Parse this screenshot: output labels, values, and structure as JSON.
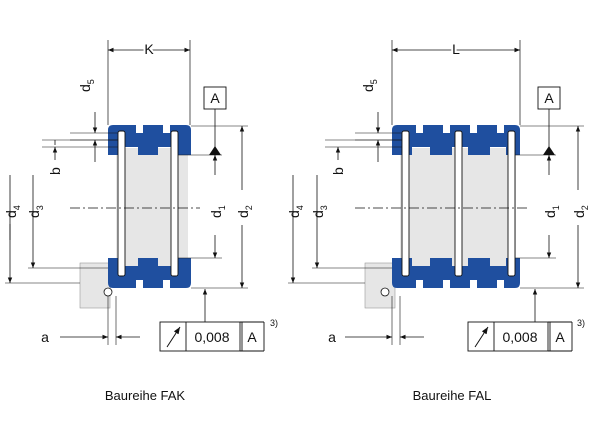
{
  "colors": {
    "blue": "#1f4f9f",
    "core": "#e6e6e6",
    "line": "#111111"
  },
  "labels": {
    "d": "d",
    "sub4": "4",
    "sub3": "3",
    "sub1": "1",
    "sub2": "2",
    "sub5": "5",
    "b": "b",
    "a": "a",
    "datum": "A",
    "tol_value": "0,008",
    "tol_ref": "A",
    "note": "3)"
  },
  "fak": {
    "length_label": "K",
    "caption": "Baureihe FAK"
  },
  "fal": {
    "length_label": "L",
    "caption": "Baureihe FAL"
  }
}
